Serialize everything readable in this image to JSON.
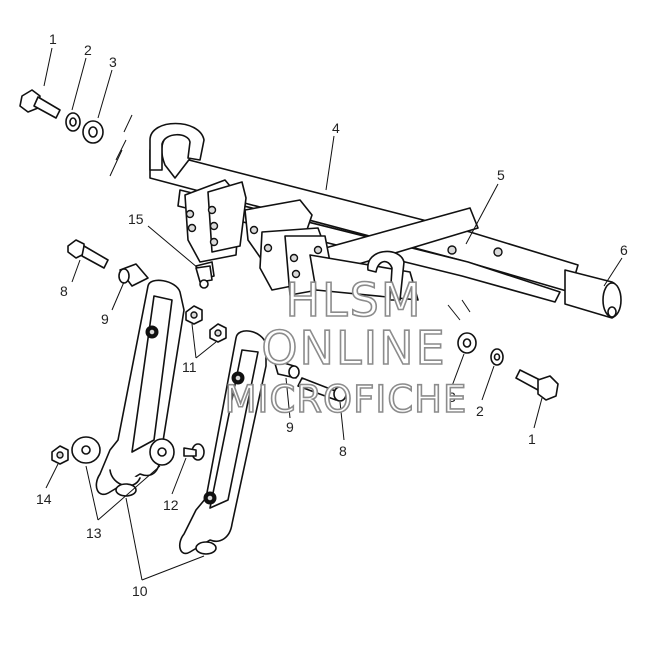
{
  "diagram": {
    "callouts": {
      "c1a": "1",
      "c2a": "2",
      "c3a": "3",
      "c4": "4",
      "c5": "5",
      "c6": "6",
      "c8a": "8",
      "c9a": "9",
      "c15": "15",
      "c11": "11",
      "c14": "14",
      "c13": "13",
      "c12": "12",
      "c10": "10",
      "c9b": "9",
      "c8b": "8",
      "c3b": "3",
      "c2b": "2",
      "c1b": "1"
    },
    "watermark": {
      "line1": "HLSM",
      "line2": "ONLINE",
      "line3": "MICROFICHE"
    }
  }
}
